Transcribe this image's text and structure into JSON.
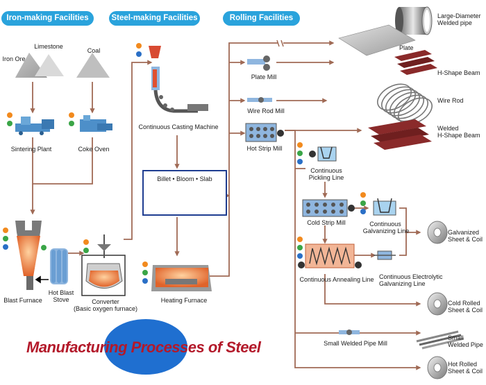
{
  "sections": {
    "iron": "Iron-making Facilities",
    "steel": "Steel-making Facilities",
    "rolling": "Rolling Facilities"
  },
  "iron": {
    "limestone": "Limestone",
    "coal": "Coal",
    "iron_ore": "Iron Ore",
    "sintering": "Sintering Plant",
    "coke": "Coke Oven",
    "blast_furnace": "Blast Furnace",
    "hot_blast_stove": [
      "Hot Blast",
      "Stove"
    ],
    "converter": [
      "Converter",
      "(Basic oxygen furnace)"
    ]
  },
  "steel": {
    "casting": "Continuous Casting Machine",
    "billet": "Billet • Bloom • Slab",
    "heating": "Heating Furnace"
  },
  "rolling": {
    "plate_mill": "Plate Mill",
    "wire_rod_mill": "Wire Rod Mill",
    "hot_strip": "Hot Strip Mill",
    "pickling": [
      "Continuous",
      "Pickling Line"
    ],
    "cold_strip": "Cold Strip Mill",
    "cont_galv": [
      "Continuous",
      "Galvanizing Line"
    ],
    "annealing": "Continuous Annealing Line",
    "electrolytic": [
      "Continuous Electrolytic",
      "Galvanizing Line"
    ],
    "small_pipe_mill": "Small Welded Pipe Mill"
  },
  "products": {
    "large_pipe": [
      "Large-Diameter",
      "Welded pipe"
    ],
    "plate": "Plate",
    "h_beam": "H-Shape Beam",
    "wire_rod": "Wire Rod",
    "welded_h_beam": [
      "Welded",
      "H-Shape Beam"
    ],
    "galvanized": [
      "Galvanized",
      "Sheet & Coil"
    ],
    "cold_rolled": [
      "Cold Rolled",
      "Sheet & Coil"
    ],
    "small_pipe": [
      "Small",
      "Welded Pipe"
    ],
    "hot_rolled": [
      "Hot Rolled",
      "Sheet & Coil"
    ]
  },
  "title": "Manufacturing Processes of Steel",
  "colors": {
    "tab": "#2aa3dc",
    "arrow": "#a06a55",
    "title": "#b3192a",
    "ellipse": "#1f6fd0",
    "machine": "#4d8fc9",
    "furnace": "#e07a4a",
    "steel_red": "#8a2a2a",
    "dot_orange": "#f28a1e",
    "dot_green": "#3aa547",
    "dot_blue": "#2a6fc6"
  }
}
